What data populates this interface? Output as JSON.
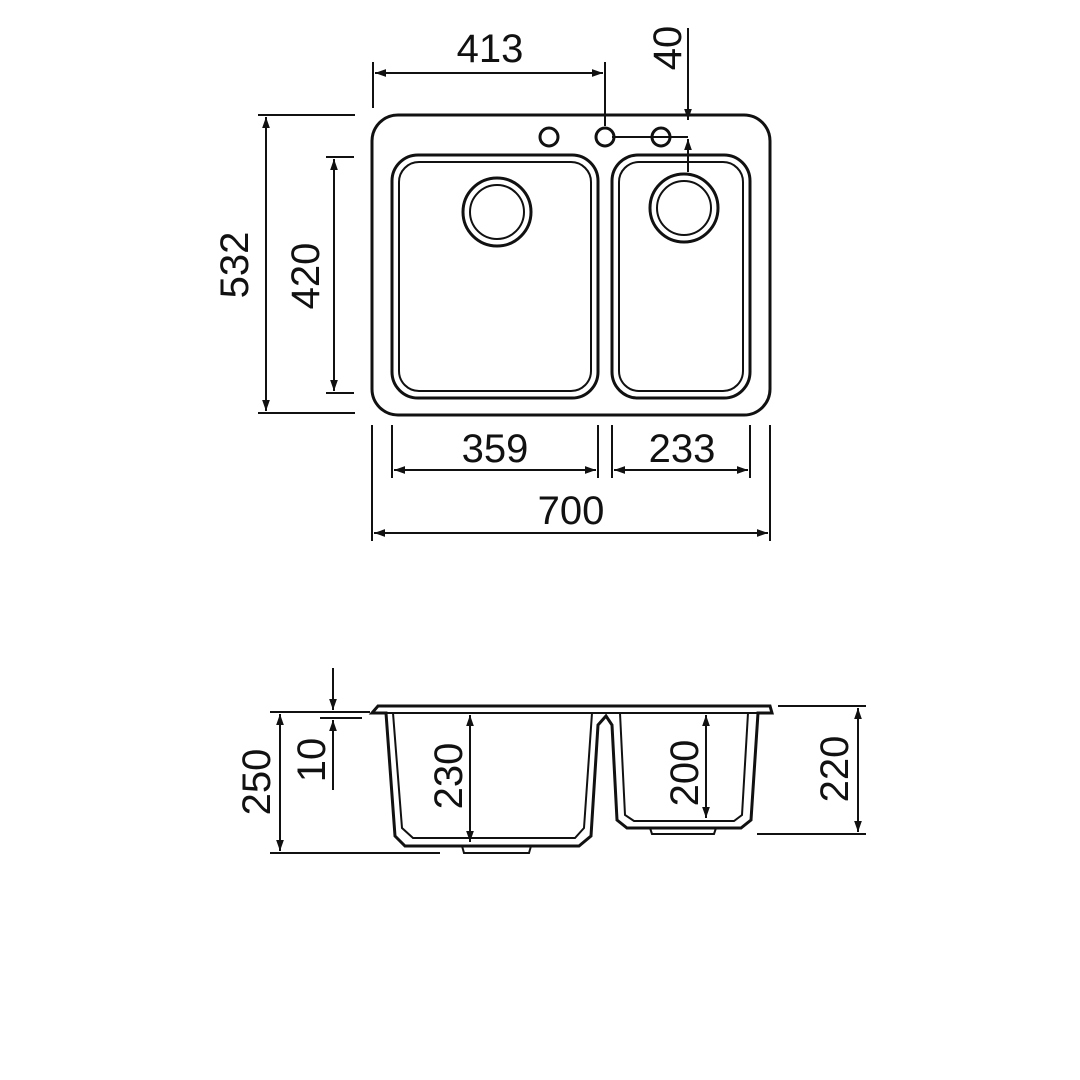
{
  "top_view": {
    "dimensions": {
      "hole_offset": "413",
      "hole_gap": "40",
      "overall_depth": "532",
      "bowl_depth": "420",
      "left_bowl_width": "359",
      "right_bowl_width": "233",
      "overall_width": "700"
    }
  },
  "side_view": {
    "dimensions": {
      "overall_height": "250",
      "rim_thickness": "10",
      "left_bowl_depth": "230",
      "right_bowl_depth": "200",
      "right_height": "220"
    }
  },
  "colors": {
    "ink": "#111111",
    "background": "#ffffff"
  }
}
